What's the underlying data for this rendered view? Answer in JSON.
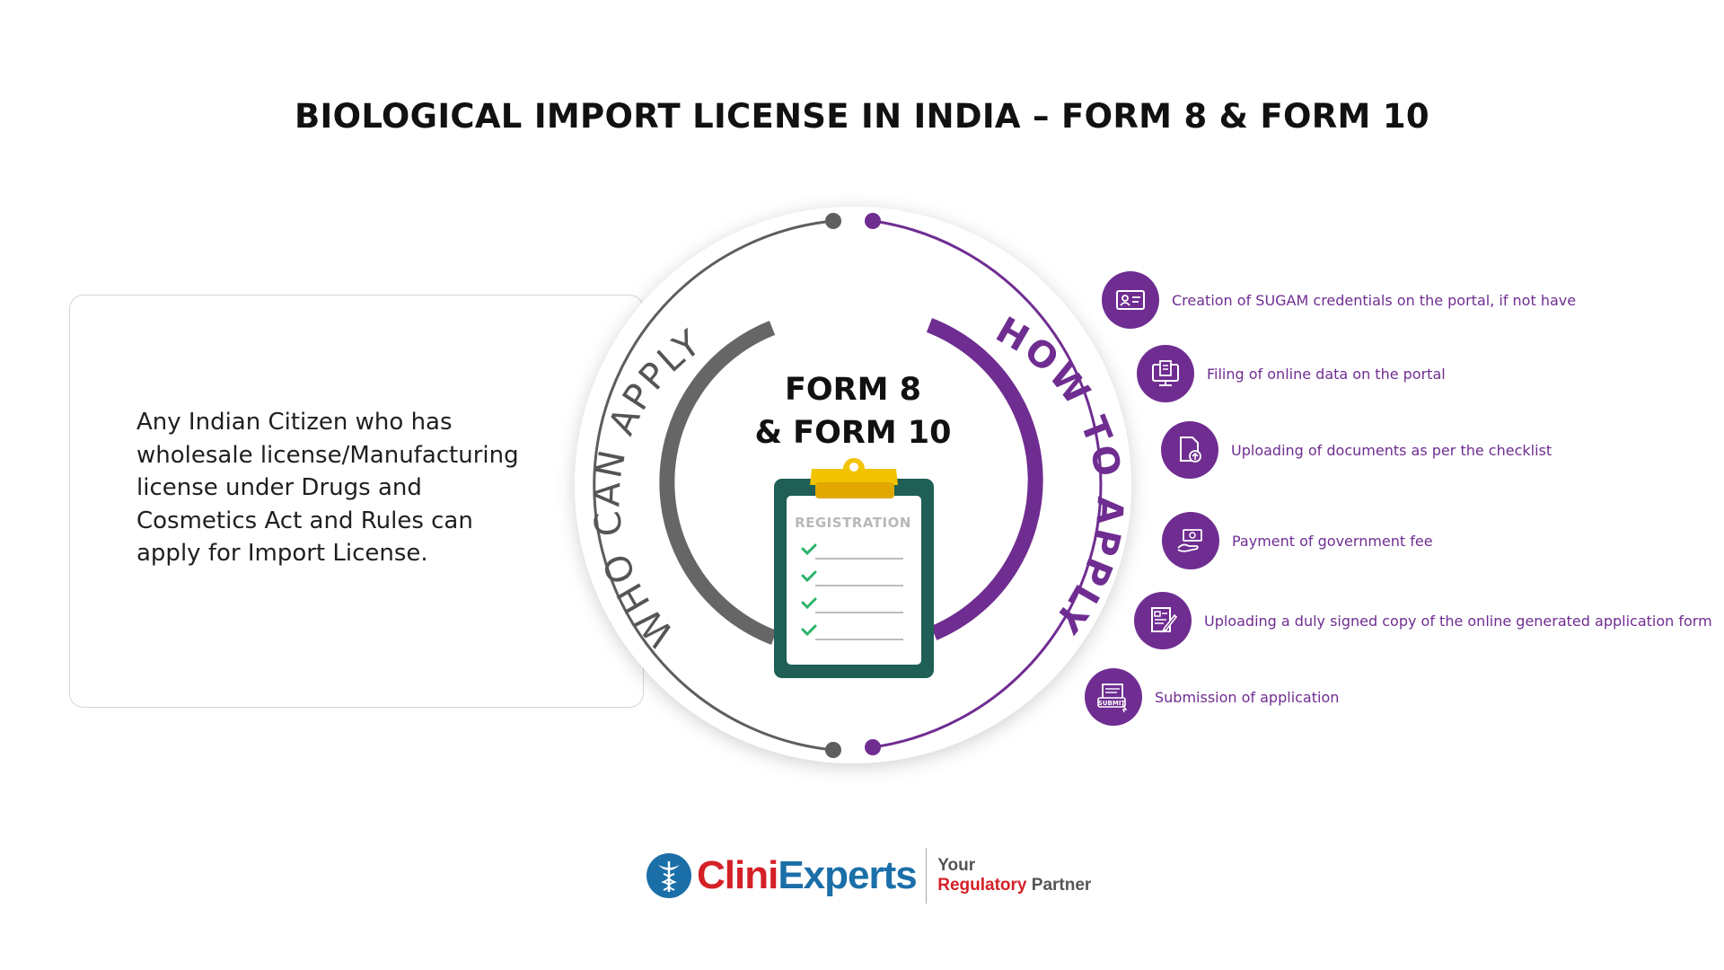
{
  "title": "BIOLOGICAL IMPORT LICENSE IN INDIA – FORM 8 & FORM 10",
  "who_can_apply": {
    "heading": "WHO CAN APPLY",
    "text": "Any Indian Citizen who has wholesale license/Manufacturing license under Drugs and Cosmetics Act and Rules can apply for Import License."
  },
  "how_to_apply": {
    "heading": "HOW TO APPLY",
    "steps": [
      {
        "label": "Creation of SUGAM credentials on the portal, if not have",
        "icon": "id-card-icon"
      },
      {
        "label": "Filing of online data on the portal",
        "icon": "computer-document-icon"
      },
      {
        "label": "Uploading of documents as per the checklist",
        "icon": "upload-document-icon"
      },
      {
        "label": "Payment of government fee",
        "icon": "hand-money-icon"
      },
      {
        "label": "Uploading a duly signed copy of the online generated application form",
        "icon": "signed-form-icon"
      },
      {
        "label": "Submission of application",
        "icon": "submit-icon"
      }
    ]
  },
  "center": {
    "line1": "FORM 8",
    "line2": "& FORM 10",
    "clipboard_label": "REGISTRATION"
  },
  "logo": {
    "clini": "Clini",
    "experts": "Experts",
    "your": "Your",
    "regulatory": "Regulatory",
    "partner": "Partner"
  },
  "colors": {
    "purple": "#6f2d91",
    "gray": "#5e5e5e",
    "clipboard_green": "#1f5f55",
    "clip_yellow": "#f2c300",
    "check_green": "#2db36b",
    "brand_red": "#d42027",
    "brand_blue": "#1b6fa8"
  }
}
